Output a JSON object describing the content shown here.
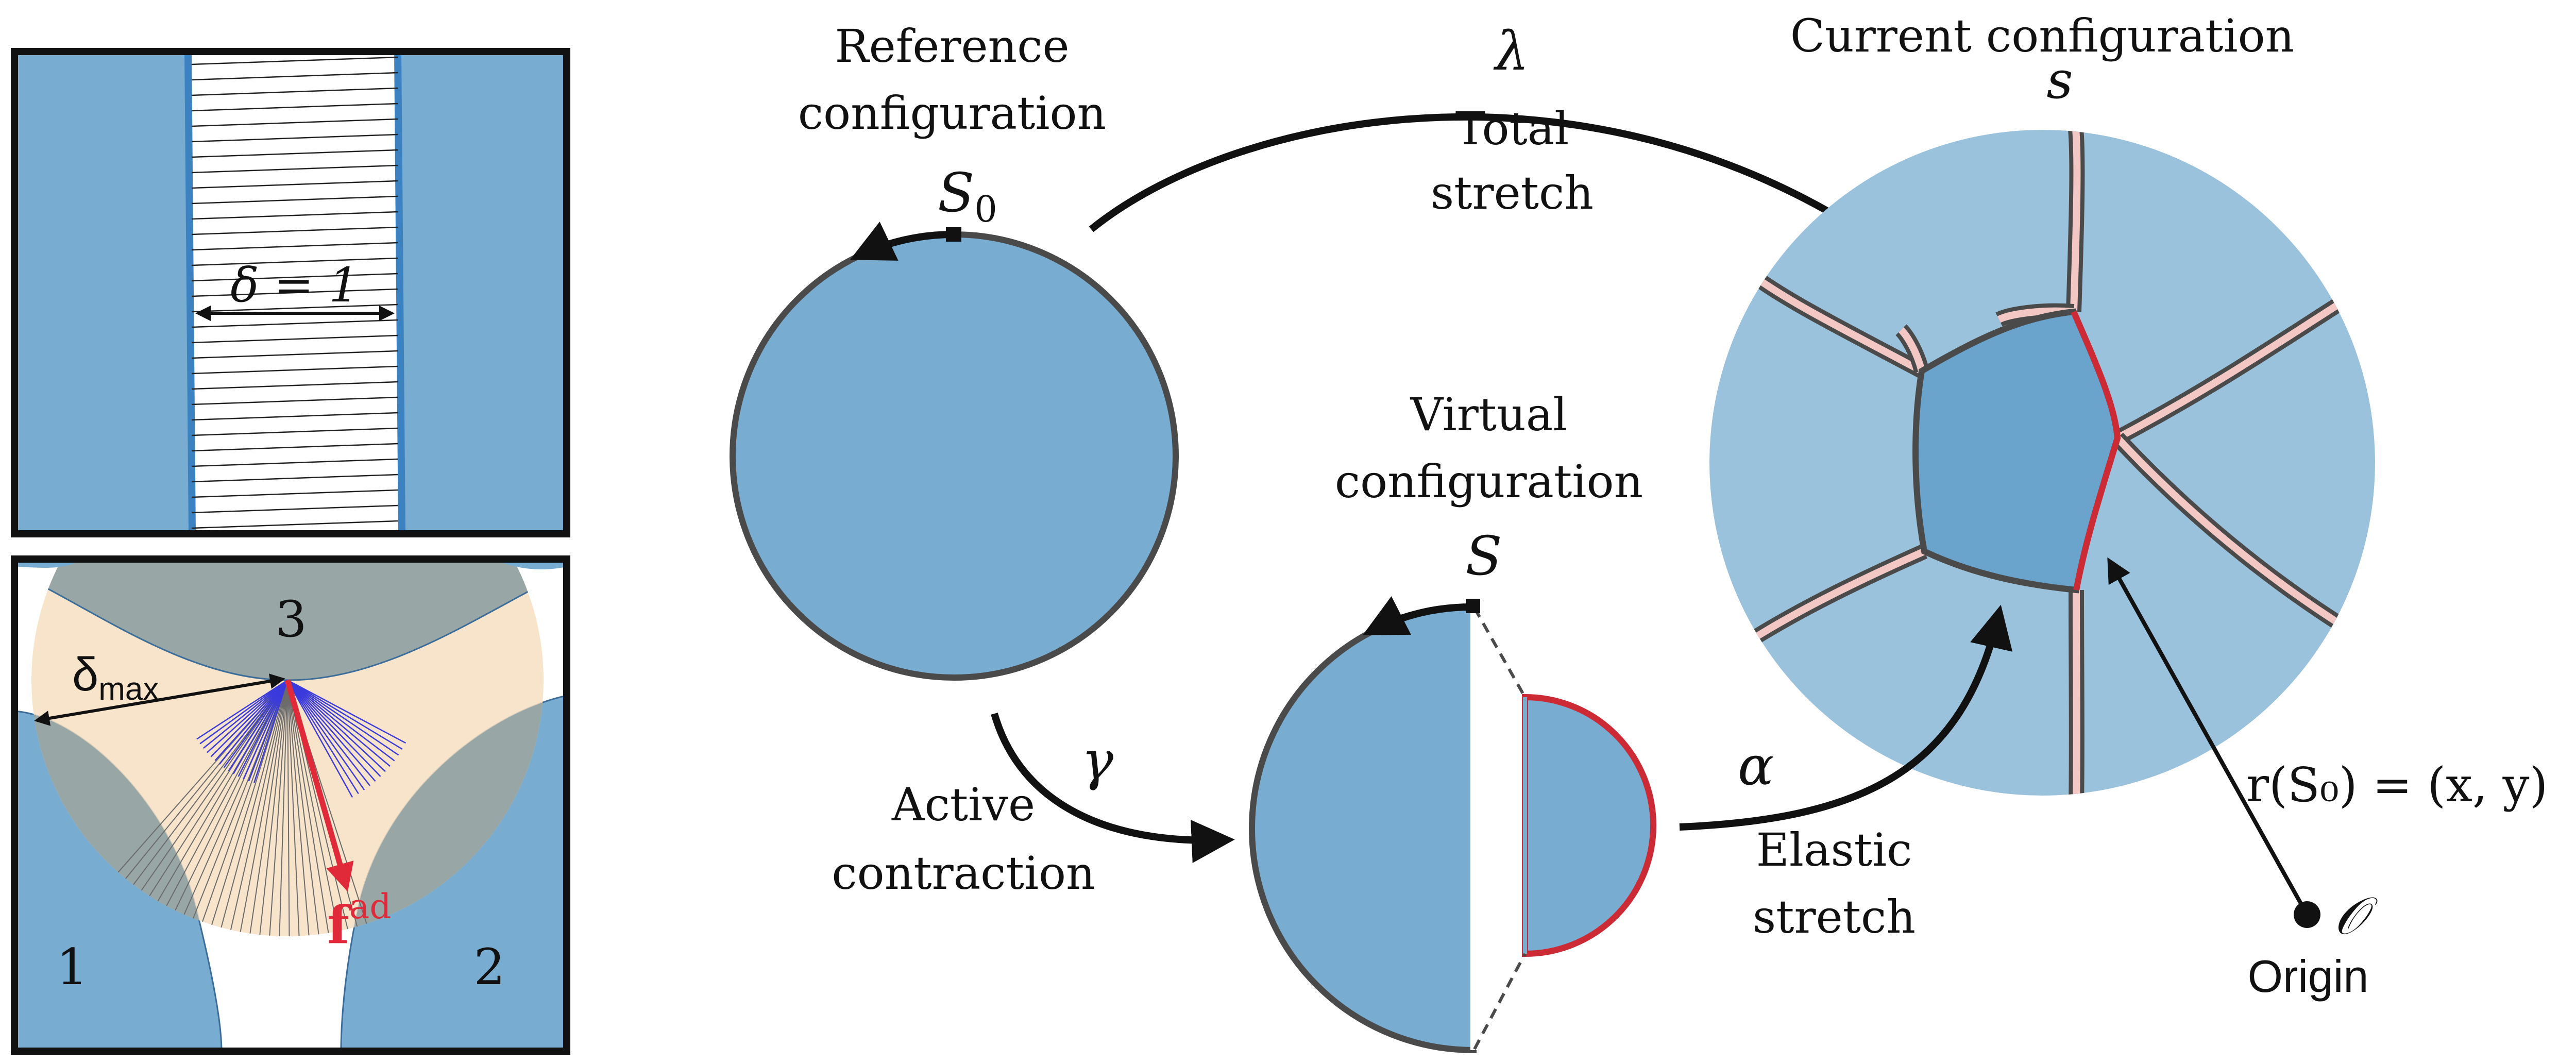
{
  "colors": {
    "cell_blue": "#79acd1",
    "cell_light": "#9bc2dc",
    "cell_center": "#6aa3cc",
    "outline": "#4a4a4a",
    "membrane_pink": "#f3c8c4",
    "membrane_red": "#cc2b36",
    "force_red": "#e02a3a",
    "fan_blue": "#3b3bdc",
    "gap_orange": "#f7dfc2",
    "overlap_grey": "#98a7a6",
    "stripe_blue": "#3c82c0"
  },
  "panel_top": {
    "delta_label": "δ = 1"
  },
  "panel_bottom": {
    "cell_label_3": "3",
    "cell_label_1": "1",
    "cell_label_2": "2",
    "delta_max_label": "δ",
    "delta_max_sub": "max",
    "force_label": "f",
    "force_sup": "ad"
  },
  "diagram": {
    "reference_line1": "Reference",
    "reference_line2": "configuration",
    "reference_symbol": "S",
    "reference_symbol_sub": "0",
    "lambda_symbol": "λ",
    "total_line1": "Total",
    "total_line2": "stretch",
    "current_title": "Current configuration",
    "current_symbol": "s",
    "virtual_line1": "Virtual",
    "virtual_line2": "configuration",
    "virtual_symbol": "S",
    "gamma_symbol": "γ",
    "active_line1": "Active",
    "active_line2": "contraction",
    "alpha_symbol": "α",
    "elastic_line1": "Elastic",
    "elastic_line2": "stretch",
    "position_label": "r(S₀) = (x, y)",
    "origin_symbol": "𝒪",
    "origin_label": "Origin"
  }
}
